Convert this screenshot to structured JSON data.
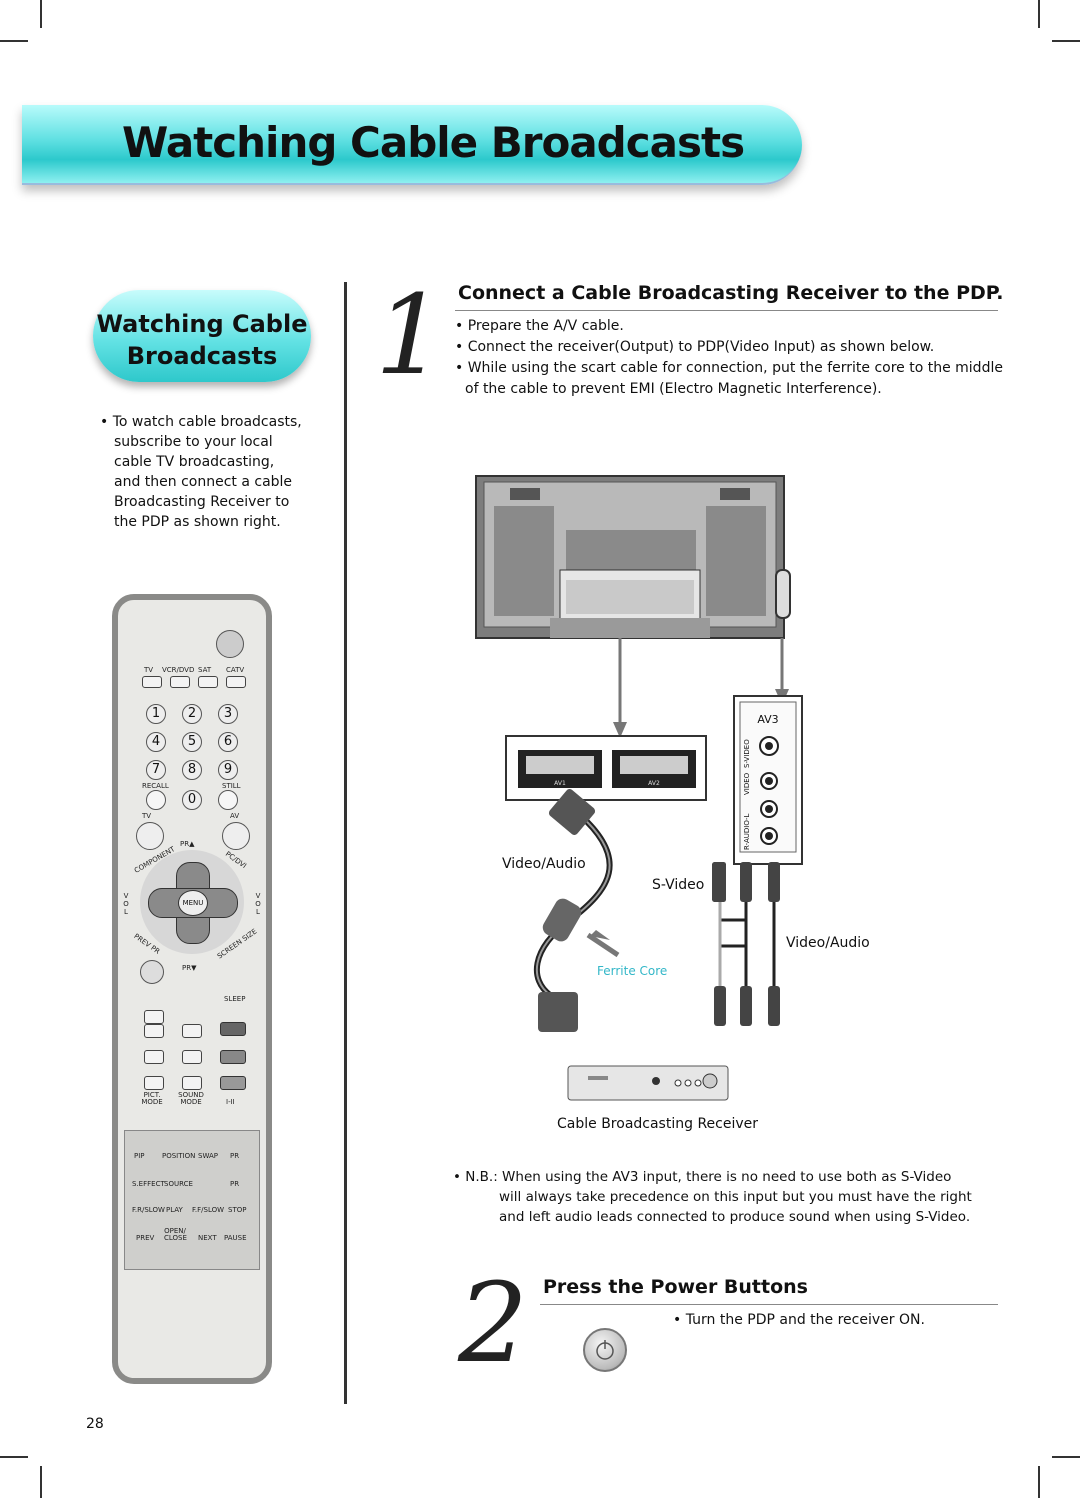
{
  "banner": {
    "title": "Watching Cable Broadcasts"
  },
  "sidebar": {
    "title_line1": "Watching Cable",
    "title_line2": "Broadcasts",
    "bullet_lines": [
      "• To watch cable broadcasts,",
      "subscribe to your local",
      "cable TV broadcasting,",
      "and then connect a cable",
      "Broadcasting Receiver to",
      "the PDP as shown right."
    ]
  },
  "step1": {
    "number": "1",
    "heading": "Connect a Cable Broadcasting Receiver to the PDP.",
    "bullets": [
      "• Prepare the A/V cable.",
      "• Connect the receiver(Output) to PDP(Video Input) as shown below.",
      "• While using the scart cable for connection, put the ferrite core to the middle",
      "of the cable to prevent EMI (Electro Magnetic Interference)."
    ]
  },
  "diagram": {
    "av3": "AV3",
    "svideo_port": "S-VIDEO",
    "video_port": "VIDEO",
    "audio_port": "R-AUDIO-L",
    "av1": "AV1",
    "av2": "AV2",
    "video_audio_left": "Video/Audio",
    "svideo": "S-Video",
    "video_audio_right": "Video/Audio",
    "ferrite_core": "Ferrite Core",
    "receiver_caption": "Cable Broadcasting Receiver",
    "ferrite_color": "#33b7c8"
  },
  "note": {
    "lines": [
      "• N.B.: When using the AV3 input, there is no need to use both as S-Video",
      "will always take precedence on this input but you must have the right",
      "and left audio leads connected to produce sound when using S-Video."
    ]
  },
  "step2": {
    "number": "2",
    "heading": "Press the Power Buttons",
    "bullet": "• Turn the PDP and the receiver ON."
  },
  "remote": {
    "sources": [
      "TV",
      "VCR/DVD",
      "SAT",
      "CATV"
    ],
    "digits": [
      "1",
      "2",
      "3",
      "4",
      "5",
      "6",
      "7",
      "8",
      "9",
      "0"
    ],
    "recall": "RECALL",
    "still": "STILL",
    "tv": "TV",
    "av": "AV",
    "pr_up": "PR▲",
    "pr_down": "PR▼",
    "component": "COMPONENT",
    "pcdvi": "PC/DVI",
    "vol_left": "VOL",
    "vol_right": "VOL",
    "menu": "MENU",
    "prev_pr": "PREV PR",
    "screen_size": "SCREEN SIZE",
    "sleep": "SLEEP",
    "pict_mode": "PICT. MODE",
    "sound_mode": "SOUND MODE",
    "i_ii": "I-II",
    "lower_labels": [
      "PIP",
      "POSITION",
      "SWAP",
      "PR"
    ],
    "lower_labels2": [
      "S.EFFECT",
      "SOURCE",
      "PR"
    ],
    "transport_labels": [
      "F.R/SLOW",
      "PLAY",
      "F.F/SLOW",
      "STOP"
    ],
    "transport_labels2": [
      "PREV",
      "OPEN/ CLOSE",
      "NEXT",
      "PAUSE"
    ]
  },
  "page_number": "28"
}
